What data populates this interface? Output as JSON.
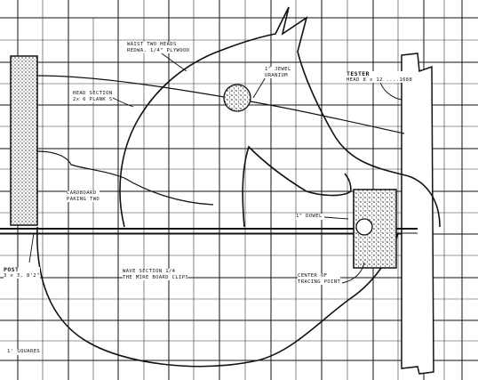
{
  "title": "",
  "labels": {
    "wide_head_1": "WAIST TWO HEADS",
    "wide_head_2": "REDWA, 1/4\" PLYWOOD",
    "head_section_1": "HEAD SECTION",
    "head_section_2": "2x 6 PLANK S",
    "jewel_1": "1\" JEWEL",
    "jewel_2": "URANIUM",
    "tester_1": "TESTER",
    "tester_2": "HEAD 8 x 12 ....1688",
    "cardboard_1": "CARDBOARD",
    "cardboard_2": "PAKING TWO",
    "dowel": "1\" DOWEL",
    "post_1": "POST",
    "post_2": "3 x 3, 8'2\"",
    "base_1": "WAVE SECTION 1/4",
    "base_2": "THE MIRE BOARD CLIPS",
    "center_1": "CENTER OF",
    "center_2": "TRACING POINT",
    "squares": "1' SQUARES"
  },
  "colors": {
    "ink": "#111111",
    "paper": "#ffffff",
    "hatch": "#555555"
  }
}
